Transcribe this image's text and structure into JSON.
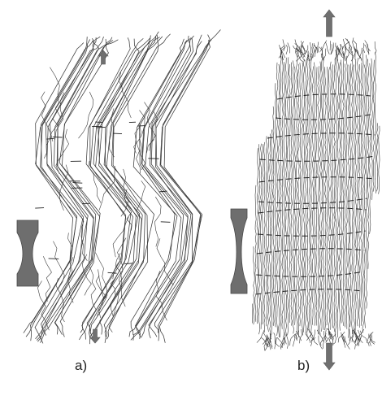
{
  "panels": [
    {
      "id": "a",
      "caption": "a)"
    },
    {
      "id": "b",
      "caption": "b)"
    }
  ],
  "colors": {
    "fiber": "#3a3a3a",
    "specimen": "#6e6e6e",
    "arrow": "#707070",
    "crosslink": "#1e1e1e"
  },
  "icons": {
    "tension_arrow": "block-arrow-icon",
    "specimen": "dogbone-specimen-icon"
  }
}
